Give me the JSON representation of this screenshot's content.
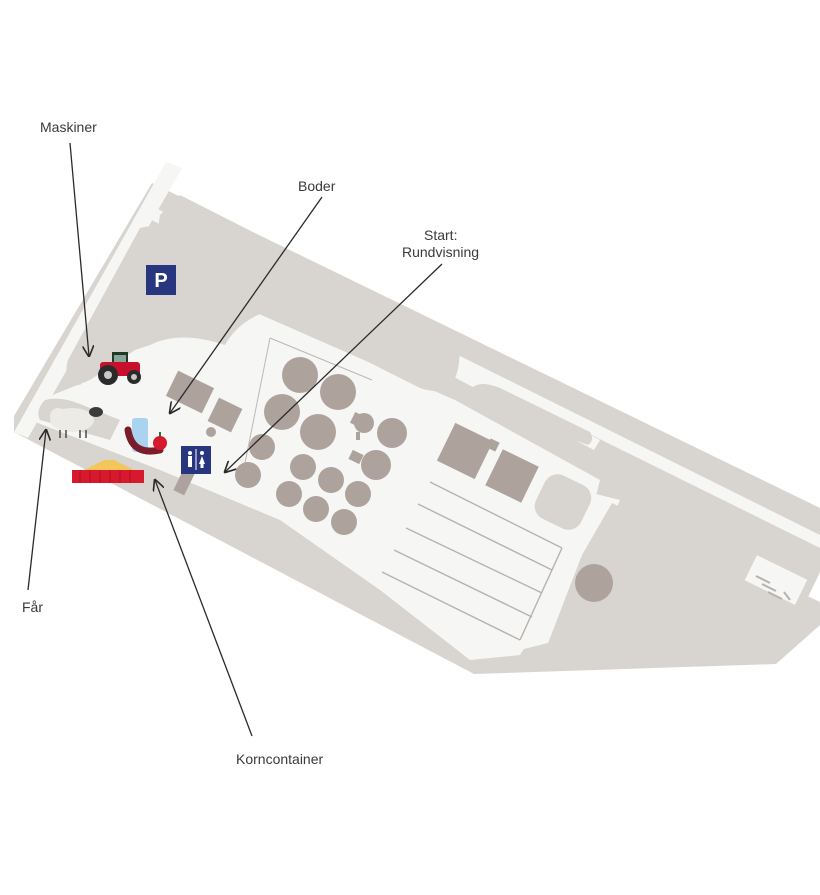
{
  "labels": {
    "maskiner": "Maskiner",
    "boder": "Boder",
    "start_line1": "Start:",
    "start_line2": "Rundvisning",
    "far": "Får",
    "korncontainer": "Korncontainer"
  },
  "icons": {
    "parking": "P",
    "parking_icon": "parking-icon",
    "toilet_icon": "toilet-icon",
    "tractor_icon": "tractor-icon",
    "sheep_icon": "sheep-icon",
    "stalls_icon": "stalls-icon",
    "container_icon": "grain-container-icon"
  },
  "colors": {
    "ground": "#d8d4d0",
    "road": "#f5f5f4",
    "building": "#aea39c",
    "icon_blue": "#27367f",
    "tractor_red": "#c8102e",
    "container_red": "#d7192d"
  }
}
